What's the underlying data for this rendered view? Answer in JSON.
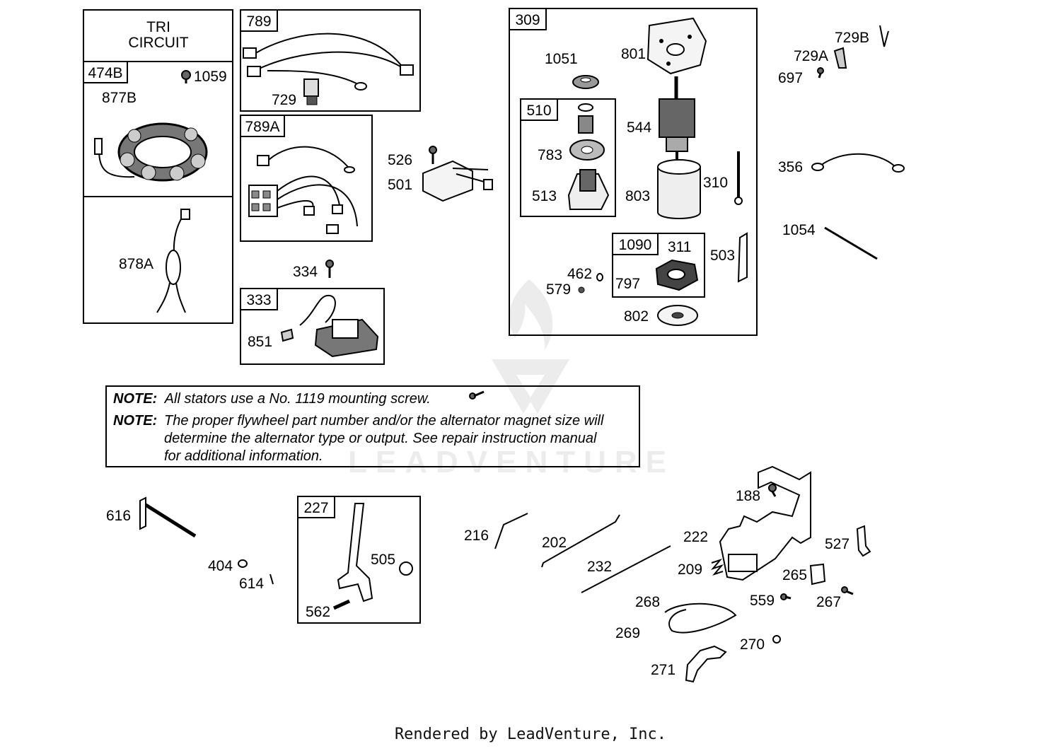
{
  "diagram": {
    "tri_circuit": [
      "TRI",
      "CIRCUIT"
    ],
    "box_labels": {
      "b474b": "474B",
      "b789": "789",
      "b789a": "789A",
      "b333": "333",
      "b309": "309",
      "b510": "510",
      "b1090": "1090",
      "b227": "227"
    },
    "parts": {
      "p1059": "1059",
      "p877b": "877B",
      "p878a": "878A",
      "p729": "729",
      "p526": "526",
      "p501": "501",
      "p334": "334",
      "p851": "851",
      "p1051": "1051",
      "p801": "801",
      "p544": "544",
      "p783": "783",
      "p513": "513",
      "p803": "803",
      "p310": "310",
      "p311": "311",
      "p797": "797",
      "p503": "503",
      "p462": "462",
      "p579": "579",
      "p802": "802",
      "p729b": "729B",
      "p729a": "729A",
      "p697": "697",
      "p356": "356",
      "p1054": "1054",
      "p616": "616",
      "p404": "404",
      "p614": "614",
      "p505": "505",
      "p562": "562",
      "p216": "216",
      "p202": "202",
      "p232": "232",
      "p188": "188",
      "p222": "222",
      "p209": "209",
      "p265": "265",
      "p527": "527",
      "p559": "559",
      "p267": "267",
      "p268": "268",
      "p269": "269",
      "p270": "270",
      "p271": "271"
    },
    "notes": {
      "n1_label": "NOTE:",
      "n1_text": "All stators use a No. 1119 mounting screw.",
      "n2_label": "NOTE:",
      "n2_line1": "The proper flywheel part number and/or the alternator magnet size will",
      "n2_line2": "determine the alternator type or output. See repair instruction manual",
      "n2_line3": "for additional information."
    },
    "watermark": "LEADVENTURE"
  },
  "footer": "Rendered by LeadVenture, Inc."
}
